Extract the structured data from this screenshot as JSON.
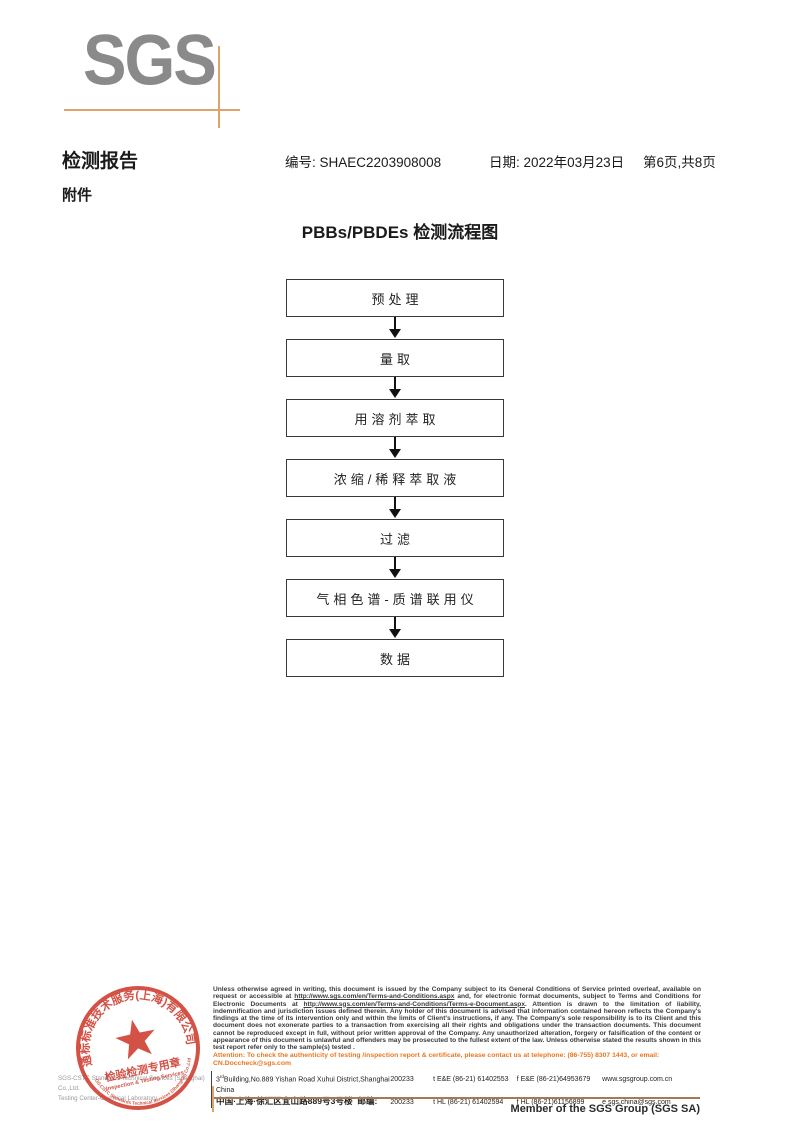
{
  "logo": {
    "text": "SGS"
  },
  "header": {
    "report_title": "检测报告",
    "report_no_label": "编号:",
    "report_no": "SHAEC2203908008",
    "date_label": "日期:",
    "date": "2022年03月23日",
    "page_info": "第6页,共8页",
    "attachment": "附件"
  },
  "flowchart": {
    "title": "PBBs/PBDEs 检测流程图",
    "steps": [
      "预处理",
      "量取",
      "用溶剂萃取",
      "浓缩/稀释萃取液",
      "过滤",
      "气相色谱-质谱联用仪",
      "数据"
    ]
  },
  "stamp": {
    "arc_top": "通标标准技术服务(上海)有限公司",
    "arc_bottom": "SGS-CSTC Standards Technical Services (Shanghai) Co.,Ltd.",
    "center_cn": "检验检测专用章",
    "center_en": "Inspection & Testing Services",
    "behind_line1": "SGS-CSTC Standards Technical Services (Shanghai) Co.,Ltd.",
    "behind_line2": "Testing Center-Chemical Laboratory"
  },
  "disclaimer": {
    "part1": "Unless otherwise agreed in writing, this document is issued by the Company subject to its General Conditions of Service printed overleaf, available on request or accessible at ",
    "link1": "http://www.sgs.com/en/Terms-and-Conditions.aspx",
    "part2": " and, for electronic format documents, subject to Terms and Conditions for Electronic Documents at ",
    "link2": "http://www.sgs.com/en/Terms-and-Conditions/Terms-e-Document.aspx",
    "part3": ". Attention is drawn to the limitation of liability, indemnification and jurisdiction issues defined therein. Any holder of this document is advised that information contained hereon reflects the Company's findings at the time of its intervention only and within the limits of Client's instructions, if any. The Company's sole responsibility is to its Client and this document does not exonerate parties to a transaction from exercising all their rights and obligations under the transaction documents. This document cannot be reproduced except in full, without prior written approval of the Company. Any unauthorized alteration, forgery or falsification of the content or appearance of this document is unlawful and offenders may be prosecuted to the fullest extent of the law. Unless otherwise stated the results shown in this test report refer only to the sample(s) tested .",
    "attention": "Attention: To check the authenticity of testing /inspection report & certificate, please contact us at telephone: (86-755) 8307 1443, or email: CN.Doccheck@sgs.com"
  },
  "address": {
    "en_prefix": "3",
    "en_sup": "rd",
    "en_rest": "Building,No.889 Yishan Road Xuhui District,Shanghai China",
    "en_postcode": "200233",
    "cn": "中国·上海·徐汇区宜山路889号3号楼",
    "cn_postcode_label": "邮编:",
    "cn_postcode": "200233",
    "tel1": "t E&E (86-21) 61402553",
    "fax1": "f E&E (86-21)64953679",
    "web": "www.sgsgroup.com.cn",
    "tel2": "t HL (86-21) 61402594",
    "fax2": "f HL (86-21)61156899",
    "email": "e  sgs.china@sgs.com"
  },
  "footer": {
    "member": "Member of the SGS Group (SGS SA)"
  },
  "colors": {
    "logo_gray": "#8a8a8a",
    "accent_tan": "#dca46a",
    "rule_brown": "#a97850",
    "stamp_red": "#cf3a2c",
    "attention_orange": "#e87722"
  }
}
